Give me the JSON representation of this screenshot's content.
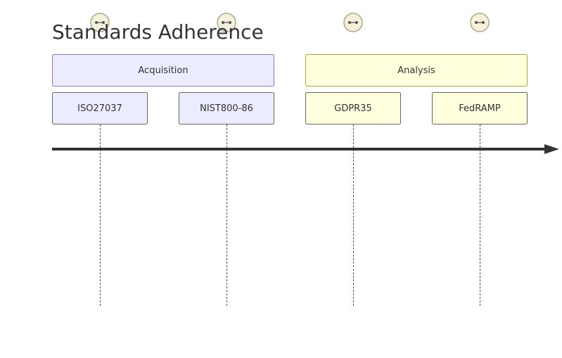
{
  "title": "Standards Adherence",
  "colors": {
    "section_1_fill": "#ececff",
    "section_1_stroke": "#9370db",
    "section_2_fill": "#ffffde",
    "section_2_stroke": "#aaaa33",
    "box_stroke": "#666666",
    "axis": "#333333",
    "dashed": "#555555",
    "marker_fill": "#f4f0dc",
    "marker_stroke": "#aaaa88"
  },
  "sections": [
    {
      "label": "Acquisition",
      "color": "section_1",
      "events": [
        {
          "label": "ISO27037",
          "icon": "link-icon"
        },
        {
          "label": "NIST800-86",
          "icon": "link-icon"
        }
      ]
    },
    {
      "label": "Analysis",
      "color": "section_2",
      "events": [
        {
          "label": "GDPR35",
          "icon": "link-icon"
        },
        {
          "label": "FedRAMP",
          "icon": "link-icon"
        }
      ]
    }
  ]
}
